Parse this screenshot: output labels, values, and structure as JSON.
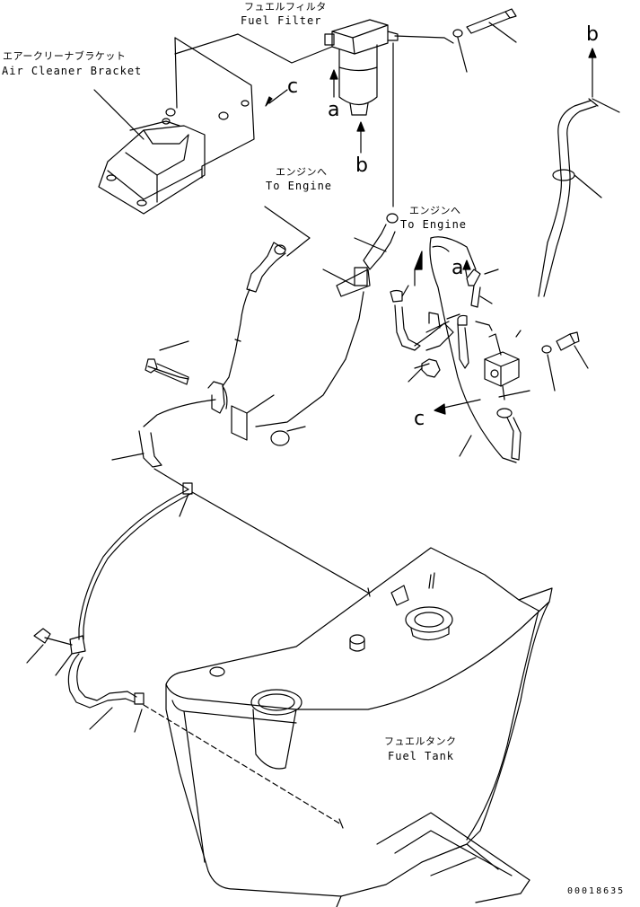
{
  "labels": {
    "fuel_filter_jp": "フュエルフィルタ",
    "fuel_filter_en": "Fuel Filter",
    "air_cleaner_bracket_jp": "エアークリーナブラケット",
    "air_cleaner_bracket_en": "Air Cleaner Bracket",
    "to_engine_1_jp": "エンジンへ",
    "to_engine_1_en": "To Engine",
    "to_engine_2_jp": "エンジンへ",
    "to_engine_2_en": "To Engine",
    "fuel_tank_jp": "フュエルタンク",
    "fuel_tank_en": "Fuel Tank"
  },
  "refs": {
    "c_top": "c",
    "c_mid": "c",
    "a_filter": "a",
    "a_right": "a",
    "b_filter": "b",
    "b_top_right": "b"
  },
  "drawing_code": "00018635",
  "colors": {
    "ink": "#000000",
    "paper": "#ffffff"
  }
}
